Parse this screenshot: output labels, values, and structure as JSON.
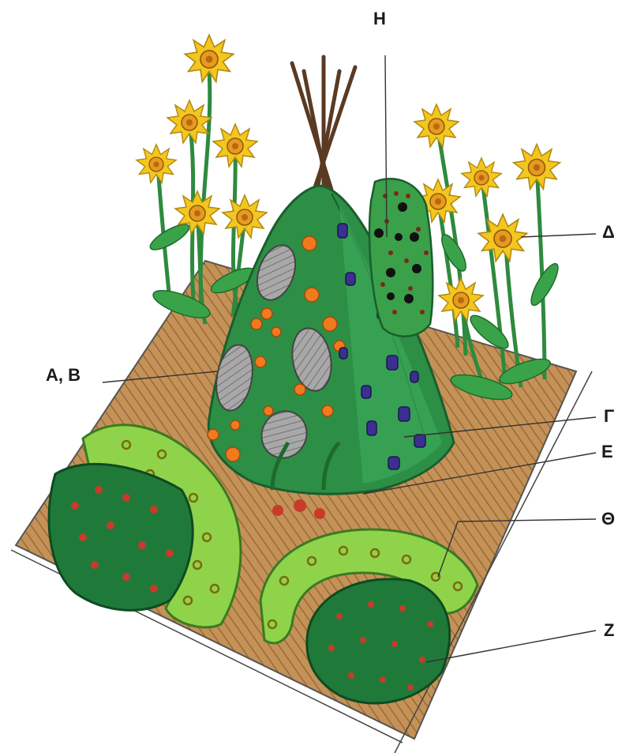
{
  "labels": {
    "H": "Η",
    "D": "Δ",
    "AB": "Α, Β",
    "G": "Γ",
    "E": "Ε",
    "TH": "Θ",
    "Z": "Ζ"
  },
  "colors": {
    "soil": "#b8874a",
    "soil_dark": "#8c5f2a",
    "dark_green": "#1f7a3a",
    "mid_green": "#2e9a4c",
    "light_green": "#8fd34a",
    "yellow": "#f4c61e",
    "orange": "#f07a1e",
    "purple": "#3b2f8f",
    "red": "#c83a2a",
    "gray": "#9a9a9a"
  }
}
